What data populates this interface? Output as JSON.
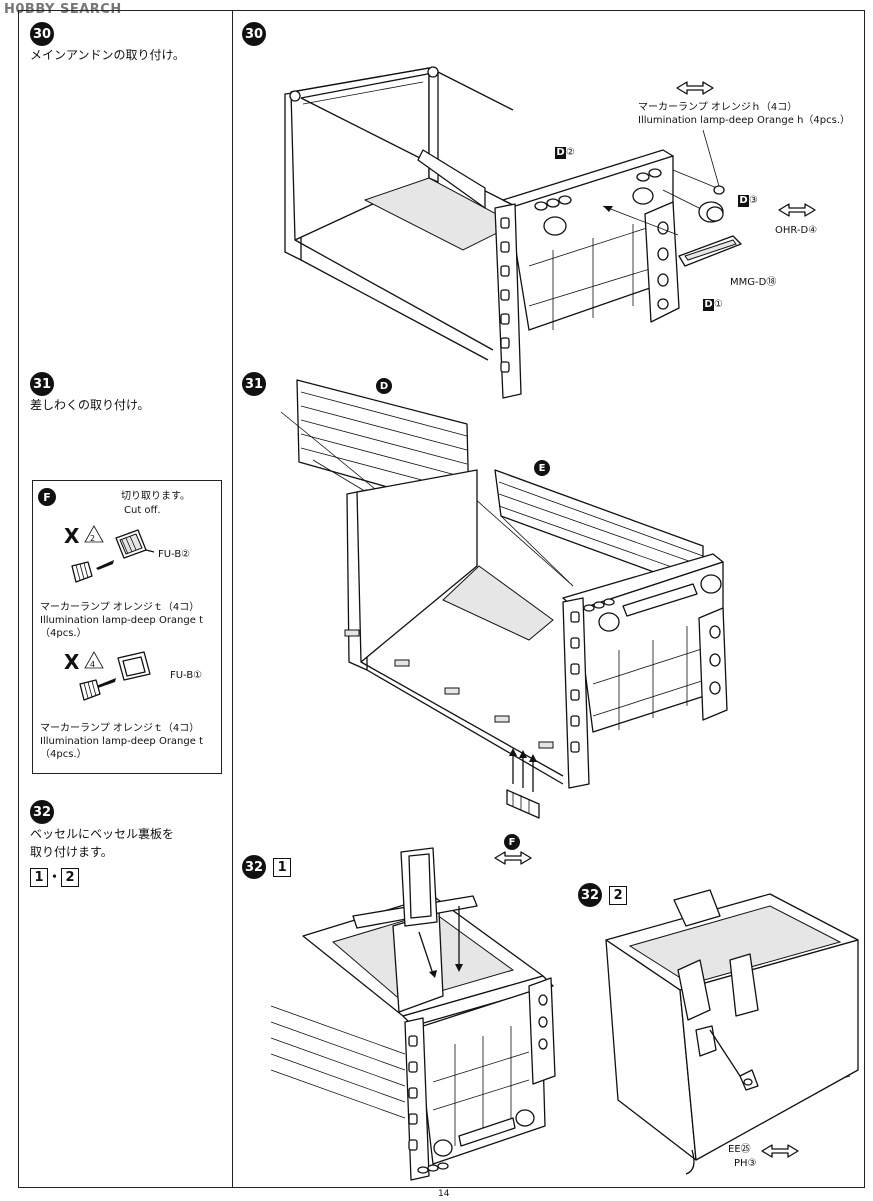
{
  "watermark": "H0BBY SEARCH",
  "page_number": "14",
  "left_column": {
    "step30": {
      "number": "30",
      "title": "メインアンドンの取り付け。"
    },
    "step31": {
      "number": "31",
      "title": "差しわくの取り付け。"
    },
    "f_box": {
      "letter": "F",
      "cut_jp": "切り取ります。",
      "cut_en": "Cut off.",
      "x_mark": "X",
      "warn1_num": "2",
      "warn2_num": "4",
      "part1": "FU-B②",
      "part2": "FU-B①",
      "lamp_jp_1": "マーカーランプ オレンジｔ（4コ）",
      "lamp_en_1": "Illumination lamp-deep Orange t",
      "lamp_pcs_1": "（4pcs.）",
      "lamp_jp_2": "マーカーランプ オレンジｔ（4コ）",
      "lamp_en_2": "Illumination lamp-deep Orange t",
      "lamp_pcs_2": "（4pcs.）"
    },
    "step32": {
      "number": "32",
      "line1": "ベッセルにベッセル裏板を",
      "line2": "取り付けます。",
      "sub1": "1",
      "dot": "・",
      "sub2": "2"
    }
  },
  "right_column": {
    "step30": {
      "number": "30",
      "lamp_jp": "マーカーランプ オレンジｈ（4コ）",
      "lamp_en": "Illumination lamp-deep Orange h（4pcs.）",
      "d2_letter": "D",
      "d2_num": "②",
      "d3_letter": "D",
      "d3_num": "③",
      "d1_letter": "D",
      "d1_num": "①",
      "ohr": "OHR-D④",
      "mmg": "MMG-D⑱"
    },
    "step31": {
      "number": "31",
      "label_d": "D",
      "label_e": "E",
      "label_f": "F"
    },
    "step32_1": {
      "number": "32",
      "sub": "1"
    },
    "step32_2": {
      "number": "32",
      "sub": "2",
      "ee": "EE㉕",
      "ph": "PH③"
    }
  }
}
